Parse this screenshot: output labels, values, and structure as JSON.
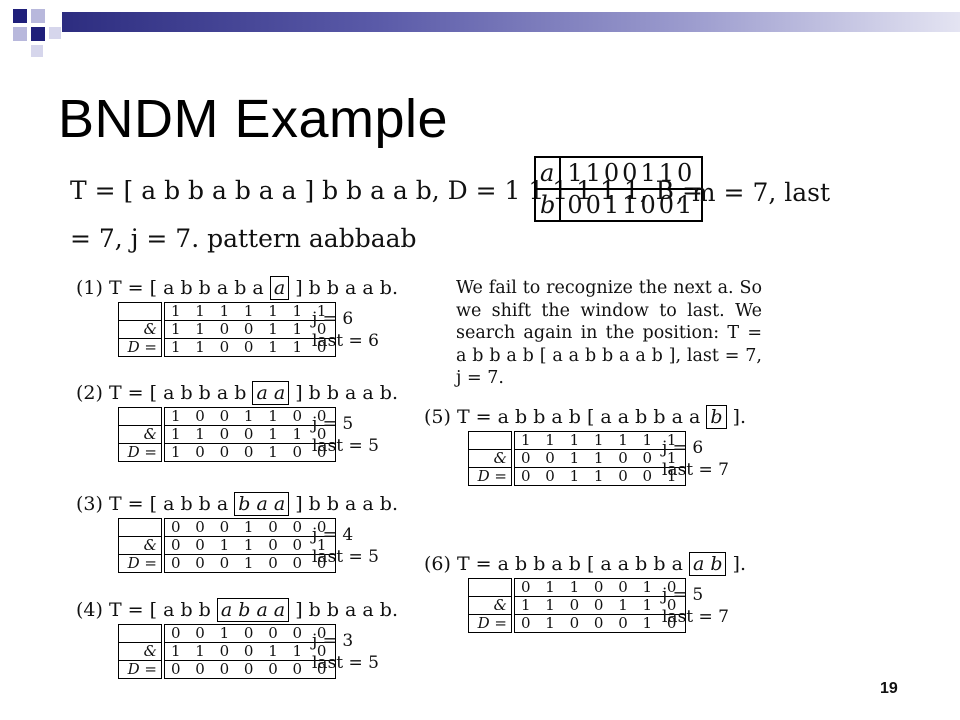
{
  "slide": {
    "title": "BNDM Example",
    "page_number": "19"
  },
  "header": {
    "line1": "T = [ a b b a b a a ] b b a a b, D = 1 1 1 1 1 1, B =",
    "line1_tail": ", m = 7, last",
    "line2": "= 7, j = 7.   pattern aabbaab",
    "b_table": [
      {
        "symbol": "a",
        "bits": "1100110"
      },
      {
        "symbol": "b",
        "bits": "0011001"
      }
    ]
  },
  "paragraph": "We fail to recognize the next a. So we shift the window to last. We search again in the position: T = a b b a b [ a a b b a a b ], last = 7, j = 7.",
  "steps": [
    {
      "label": "(1)",
      "prefix": "T = [ a b b a b a",
      "boxed": "a",
      "suffix": "] b b a a b.",
      "rows": [
        [
          "",
          "1 1 1 1 1 1 1"
        ],
        [
          "&",
          "1 1 0 0 1 1 0"
        ],
        [
          "D =",
          "1 1 0 0 1 1 0"
        ]
      ],
      "j": "j = 6",
      "last": "last = 6"
    },
    {
      "label": "(2)",
      "prefix": "T = [ a b b a b",
      "boxed": "a a",
      "suffix": "] b b a a b.",
      "rows": [
        [
          "",
          "1 0 0 1 1 0 0"
        ],
        [
          "&",
          "1 1 0 0 1 1 0"
        ],
        [
          "D =",
          "1 0 0 0 1 0 0"
        ]
      ],
      "j": "j = 5",
      "last": "last = 5"
    },
    {
      "label": "(3)",
      "prefix": "T = [ a b b a",
      "boxed": "b a a",
      "suffix": "] b b a a b.",
      "rows": [
        [
          "",
          "0 0 0 1 0 0 0"
        ],
        [
          "&",
          "0 0 1 1 0 0 1"
        ],
        [
          "D =",
          "0 0 0 1 0 0 0"
        ]
      ],
      "j": "j = 4",
      "last": "last = 5"
    },
    {
      "label": "(4)",
      "prefix": "T = [ a b b",
      "boxed": "a b a a",
      "suffix": "] b b a a b.",
      "rows": [
        [
          "",
          "0 0 1 0 0 0 0"
        ],
        [
          "&",
          "1 1 0 0 1 1 0"
        ],
        [
          "D =",
          "0 0 0 0 0 0 0"
        ]
      ],
      "j": "j = 3",
      "last": "last = 5"
    },
    {
      "label": "(5)",
      "prefix": "T = a b b a b [ a a b b a a",
      "boxed": "b",
      "suffix": "].",
      "rows": [
        [
          "",
          "1 1 1 1 1 1 1"
        ],
        [
          "&",
          "0 0 1 1 0 0 1"
        ],
        [
          "D =",
          "0 0 1 1 0 0 1"
        ]
      ],
      "j": "j = 6",
      "last": "last = 7"
    },
    {
      "label": "(6)",
      "prefix": "T = a b b a b [ a a b b a",
      "boxed": "a b",
      "suffix": "].",
      "rows": [
        [
          "",
          "0 1 1 0 0 1 0"
        ],
        [
          "&",
          "1 1 0 0 1 1 0"
        ],
        [
          "D =",
          "0 1 0 0 0 1 0"
        ]
      ],
      "j": "j = 5",
      "last": "last = 7"
    }
  ],
  "colors": {
    "accent_dark": "#1f1f7a",
    "accent_mid": "#5a5aa8",
    "accent_light": "#b8b8dc"
  }
}
